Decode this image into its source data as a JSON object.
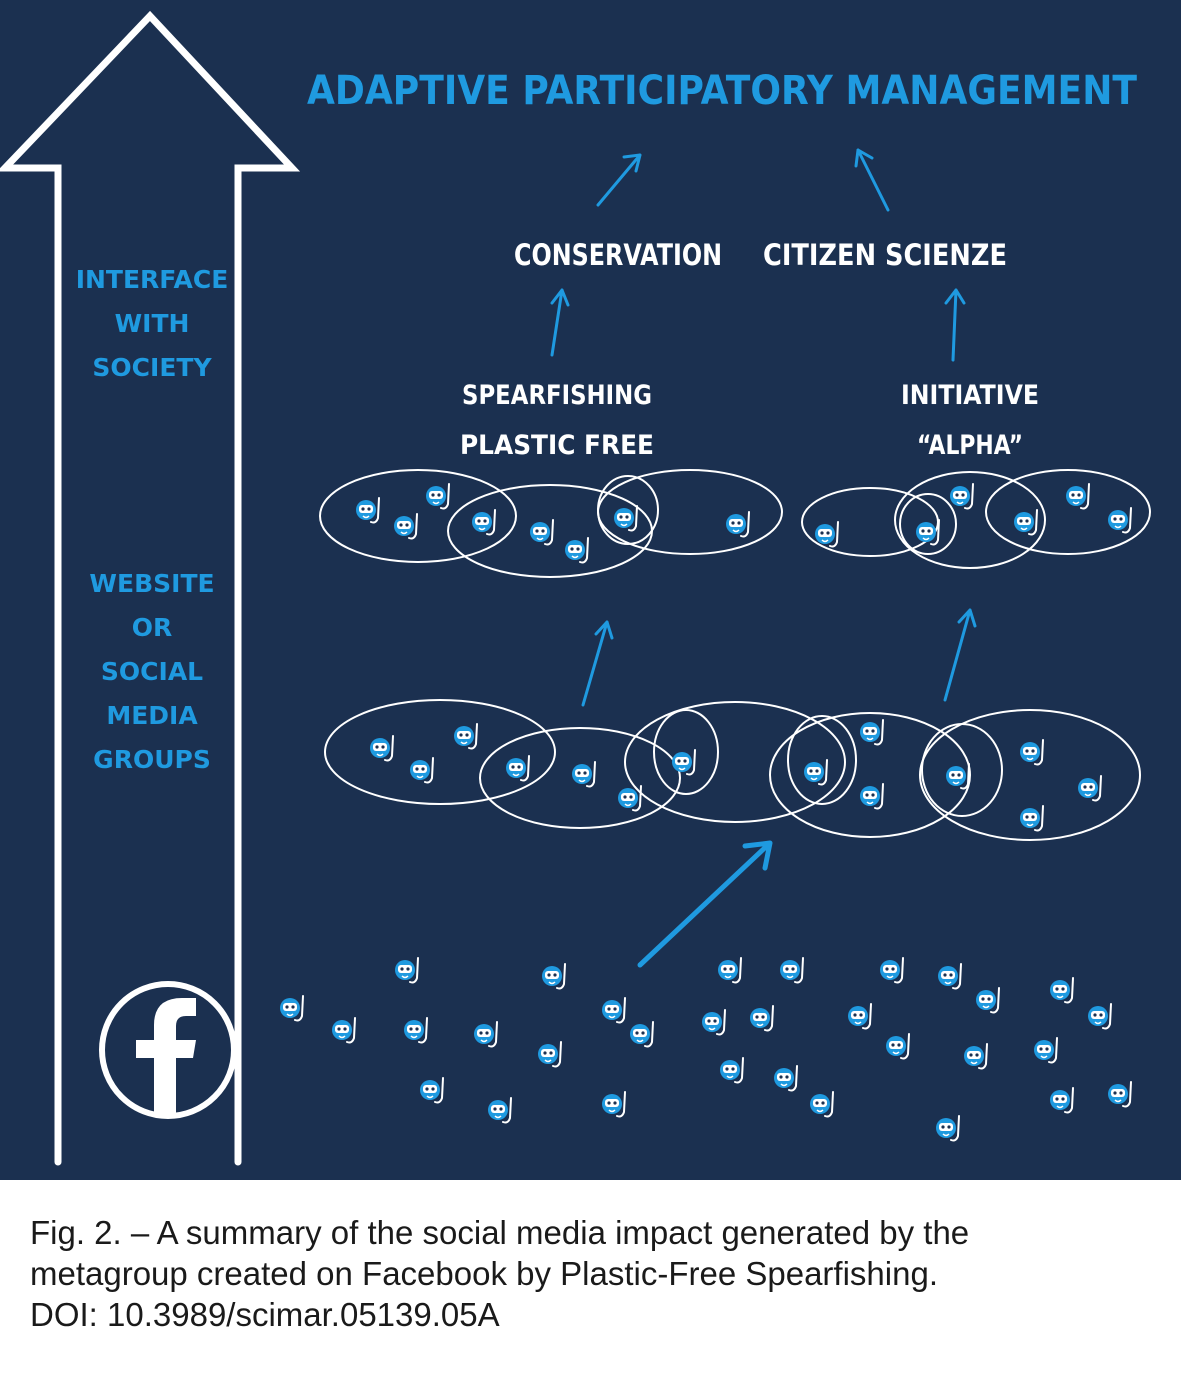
{
  "diagram": {
    "title": "ADAPTIVE PARTICIPATORY MANAGEMENT",
    "outcomes": {
      "left": "CONSERVATION",
      "right": "CITIZEN SCIENZE"
    },
    "groups": {
      "left": [
        "SPEARFISHING",
        "PLASTIC FREE"
      ],
      "right": [
        "INITIATIVE",
        "“ALPHA”"
      ]
    },
    "side_labels": {
      "upper": [
        "INTERFACE",
        "WITH",
        "SOCIETY"
      ],
      "lower": [
        "WEBSITE",
        "OR",
        "SOCIAL",
        "MEDIA",
        "GROUPS"
      ]
    },
    "platform_icon": "facebook-icon",
    "member_icon": "snorkel-diver-icon",
    "colors": {
      "background": "#1b3050",
      "accent": "#1f9ae0",
      "line": "#ffffff"
    }
  },
  "caption": {
    "lines": [
      "Fig. 2. – A summary of the social media impact generated by the",
      "metagroup created on Facebook by Plastic-Free Spearfishing.",
      "DOI: 10.3989/scimar.05139.05A"
    ]
  }
}
